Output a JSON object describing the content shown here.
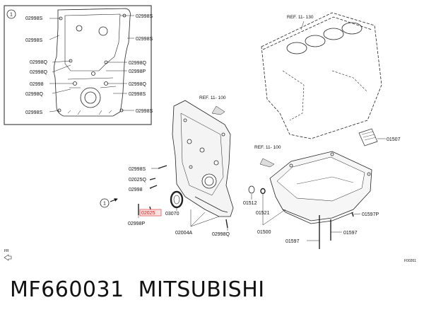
{
  "inset": {
    "number": "1",
    "labels": [
      "02998S",
      "02998S",
      "02998S",
      "02998S",
      "02998Q",
      "02998Q",
      "02998P",
      "02998Q",
      "02998",
      "02998Q",
      "02998Q",
      "02998S",
      "02998S"
    ]
  },
  "refs": [
    "REF. 11- 130",
    "REF. 11- 100",
    "REF. 11- 100"
  ],
  "callout": "1",
  "parts": [
    "02998S",
    "02025Q",
    "02998",
    "02998P",
    "02025",
    "03070",
    "02004A",
    "02998Q",
    "01512",
    "01521",
    "01500",
    "01507",
    "01597P",
    "01597",
    "01597"
  ],
  "fr": "FR",
  "code": "F00261",
  "caption": {
    "part_number": "MF660031",
    "brand": "MITSUBISHI"
  }
}
